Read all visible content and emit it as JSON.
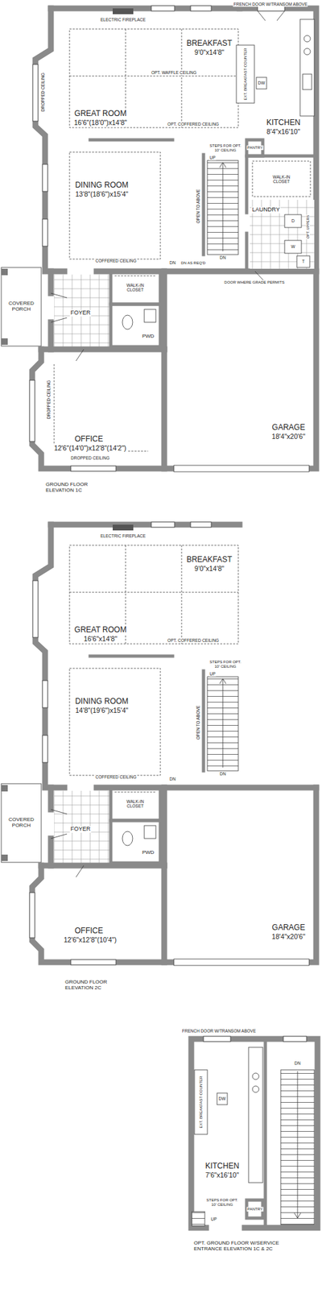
{
  "diagram": {
    "labels": [
      "FRENCH DOOR W/TRANSOM ABOVE",
      "ELECTRIC FIREPLACE",
      "BREAKFAST",
      "9'0\"x14'8\"",
      "OPT. WAFFLE CEILING",
      "GREAT ROOM",
      "16'6\"(18'0\")x14'8\"",
      "OPT. COFFERED CEILING",
      "DROPPED CEILING",
      "EXT. BREAKFAST COUNTER",
      "DW",
      "KITCHEN",
      "8'4\"x16'10\"",
      "STEPS FOR OPT. 10' CEILING",
      "PANTRY",
      "UP",
      "DINING ROOM",
      "13'8\"(18'6\")x15'4\"",
      "OPEN TO ABOVE",
      "WALK-IN CLOSET",
      "LAUNDRY",
      "D",
      "W",
      "OPT. UPPERS",
      "T",
      "DN",
      "DN",
      "DN AS REQ'D",
      "DOOR WHERE GRADE PERMITS",
      "COFFERED CEILING",
      "COVERED PORCH",
      "WALK-IN CLOSET",
      "FOYER",
      "PWD",
      "DROPPED CEILING",
      "OFFICE",
      "12'6\"(14'0\")x12'8\"(14'2\")",
      "DROPPED CEILING",
      "GARAGE",
      "18'4\"x20'6\"",
      "GROUND FLOOR ELEVATION 1C",
      "ELECTRIC FIREPLACE",
      "BREAKFAST",
      "9'0\"x14'8\"",
      "GREAT ROOM",
      "16'6\"x14'8\"",
      "OPT. COFFERED CEILING",
      "STEPS FOR OPT. 10' CEILING",
      "UP",
      "DINING ROOM",
      "14'8\"(19'6\")x15'4\"",
      "OPEN TO ABOVE",
      "DN",
      "COFFERED CEILING",
      "DN",
      "COVERED PORCH",
      "WALK-IN CLOSET",
      "FOYER",
      "PWD",
      "GARAGE",
      "18'4\"x20'6\"",
      "OFFICE",
      "12'6\"x12'8\"(10'4\")",
      "GROUND FLOOR ELEVATION 2C",
      "FRENCH DOOR W/TRANSOM ABOVE",
      "DN",
      "EXT. BREAKFAST COUNTER",
      "DW",
      "KITCHEN",
      "7'6\"x16'10\"",
      "STEPS FOR OPT. 10' CEILING",
      "UP",
      "PANTRY",
      "OPT. GROUND FLOOR W/SERVICE ENTRANCE ELEVATION 1C & 2C"
    ]
  }
}
